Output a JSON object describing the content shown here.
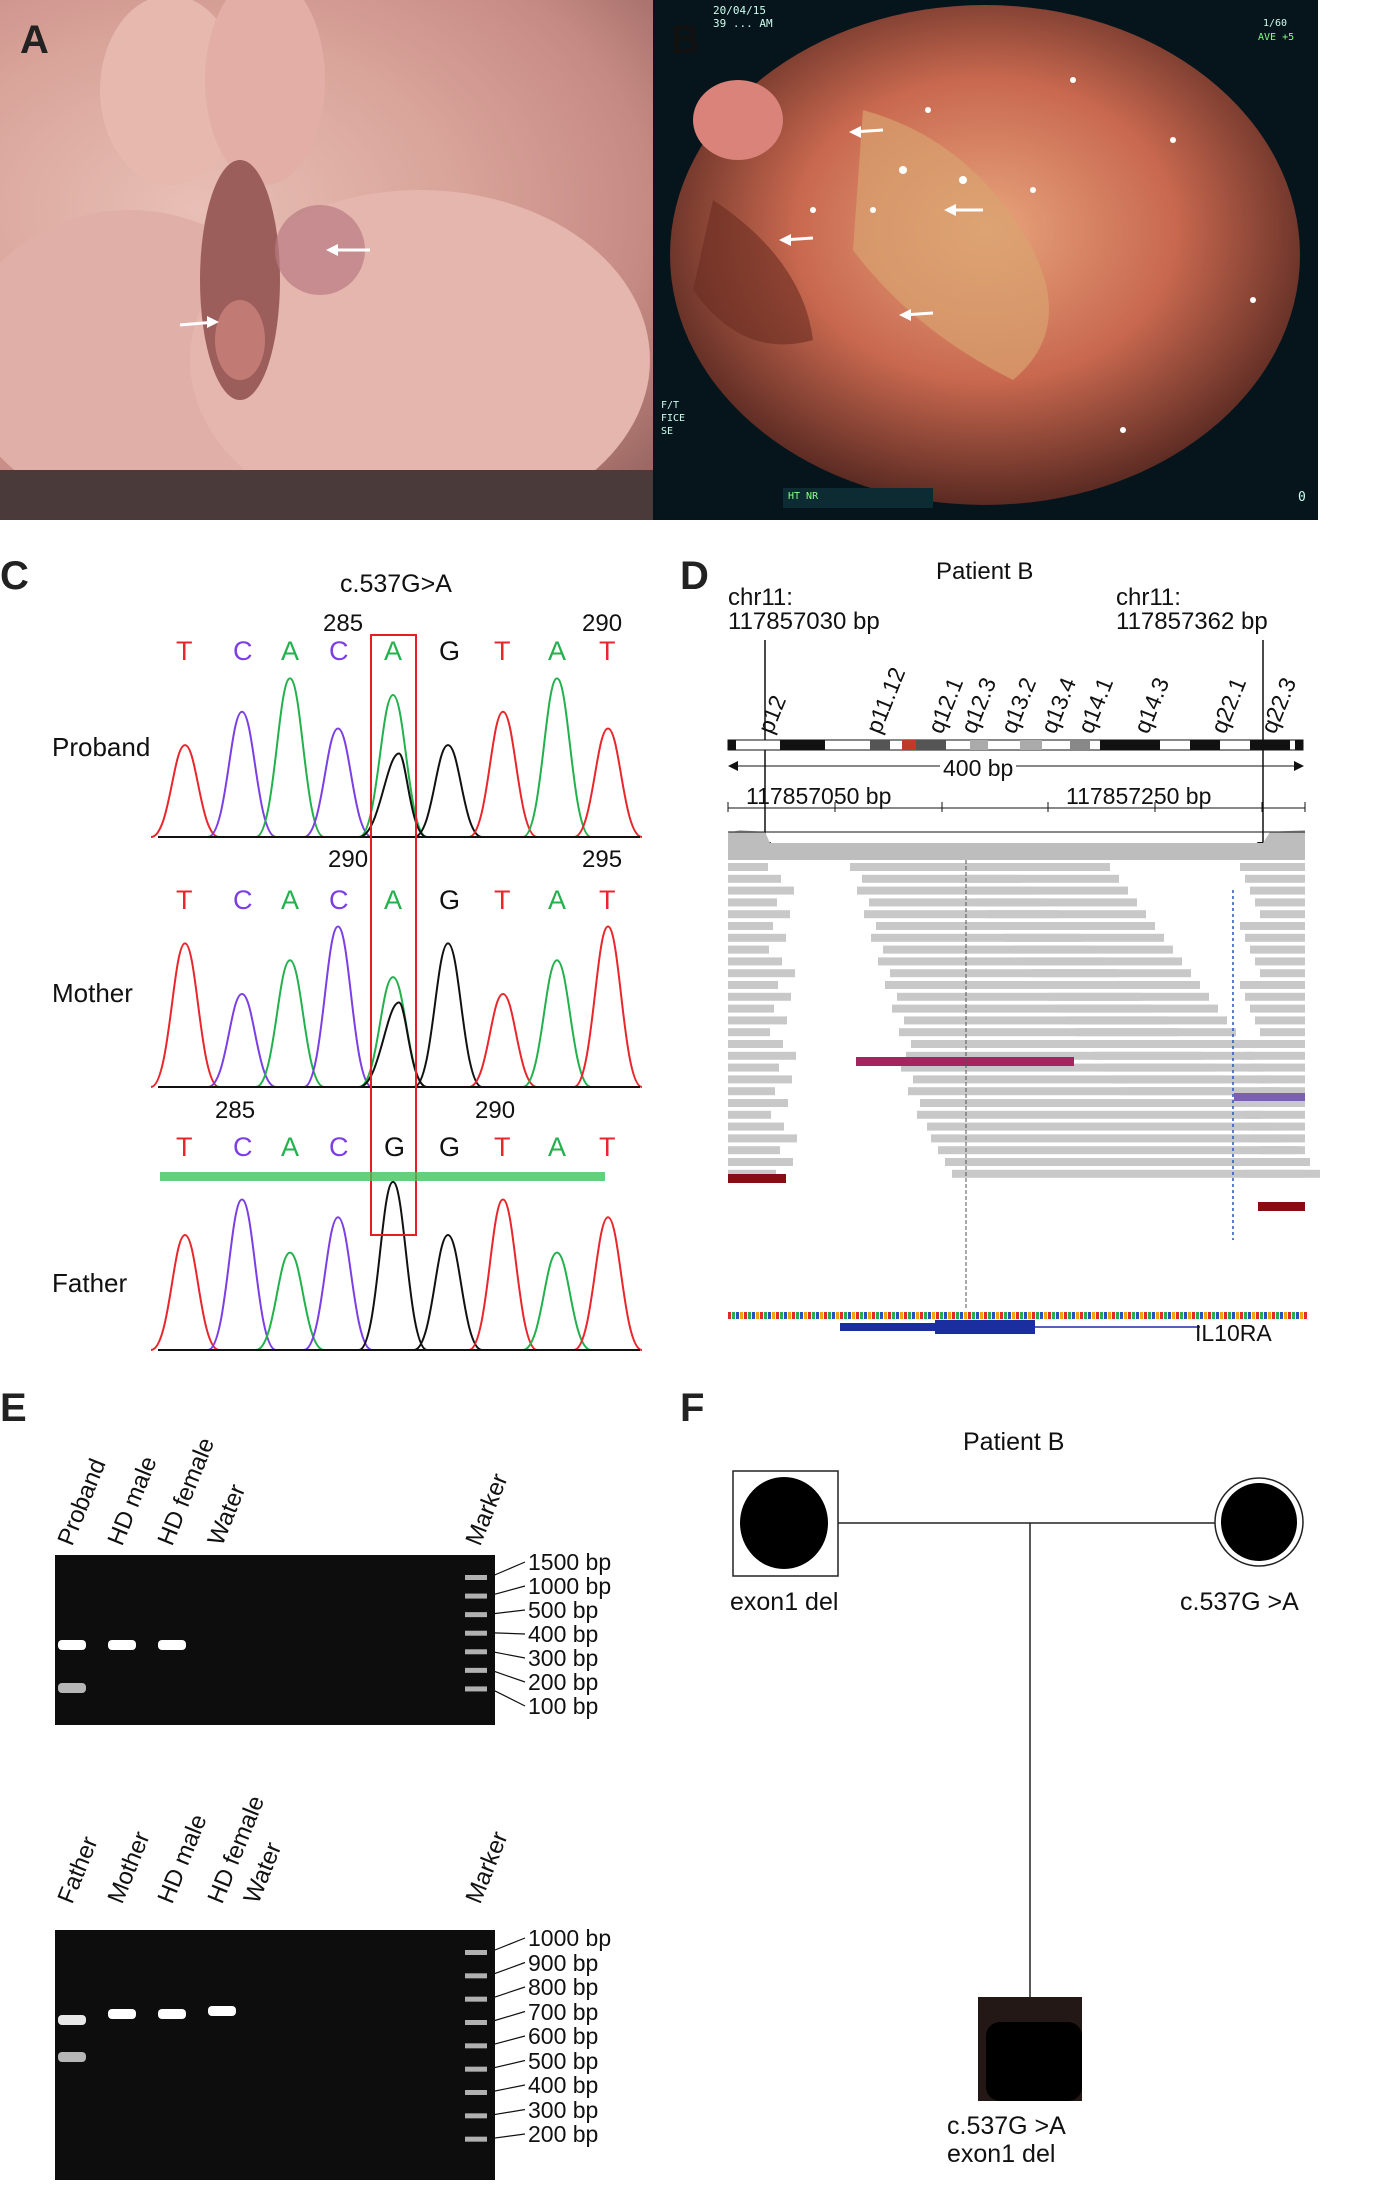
{
  "panels": {
    "a": {
      "label": "A"
    },
    "b": {
      "label": "B",
      "osd": {
        "date": "20/04/15",
        "time": "39 ... AM",
        "frame": "1/60",
        "mode": "AVE +5",
        "left1": "F/T",
        "left2": "FICE",
        "left3": "SE",
        "bottom_left": "HT NR",
        "bottom_right": "0"
      }
    },
    "c": {
      "label": "C",
      "mutation": "c.537G>A",
      "rows": [
        {
          "name": "Proband",
          "pos_left": "285",
          "pos_right": "290",
          "bases": [
            "T",
            "C",
            "A",
            "C",
            "A",
            "G",
            "T",
            "A",
            "T"
          ]
        },
        {
          "name": "Mother",
          "pos_left": "290",
          "pos_right": "295",
          "bases": [
            "T",
            "C",
            "A",
            "C",
            "A",
            "G",
            "T",
            "A",
            "T"
          ]
        },
        {
          "name": "Father",
          "pos_left": "285",
          "pos_right": "290",
          "bases": [
            "T",
            "C",
            "A",
            "C",
            "G",
            "G",
            "T",
            "A",
            "T"
          ]
        }
      ]
    },
    "d": {
      "label": "D",
      "title": "Patient B",
      "left_coord_chr": "chr11:",
      "left_coord_bp": "117857030 bp",
      "right_coord_chr": "chr11:",
      "right_coord_bp": "117857362 bp",
      "bands": [
        "p12",
        "p11.12",
        "q12.1",
        "q12.3",
        "q13.2",
        "q13.4",
        "q14.1",
        "q14.3",
        "q22.1",
        "q22.3"
      ],
      "scale": "400 bp",
      "tick_left": "117857050 bp",
      "tick_right": "117857250 bp",
      "gene": "IL10RA"
    },
    "e": {
      "label": "E",
      "gel1": {
        "lanes": [
          "Proband",
          "HD male",
          "HD female",
          "Water",
          "Marker"
        ],
        "markers": [
          "1500 bp",
          "1000 bp",
          "500 bp",
          "400 bp",
          "300 bp",
          "200 bp",
          "100 bp"
        ]
      },
      "gel2": {
        "lanes": [
          "Father",
          "Mother",
          "HD male",
          "HD female",
          "Water",
          "Marker"
        ],
        "markers": [
          "1000 bp",
          "900 bp",
          "800 bp",
          "700 bp",
          "600 bp",
          "500 bp",
          "400 bp",
          "300 bp",
          "200 bp"
        ]
      }
    },
    "f": {
      "label": "F",
      "title": "Patient B",
      "father": "exon1 del",
      "mother": "c.537G >A",
      "child_line1": "c.537G >A",
      "child_line2": "exon1 del"
    }
  },
  "colors": {
    "A": "#22b14c",
    "C": "#7b3fe4",
    "G": "#111111",
    "T": "#e8262b",
    "highlight": "#e81c24"
  }
}
